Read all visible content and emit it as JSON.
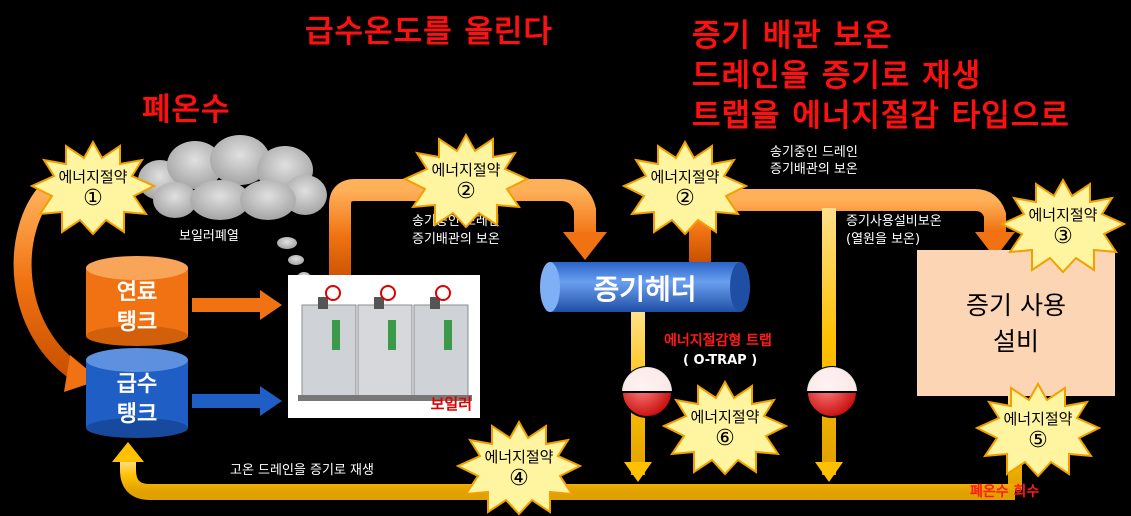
{
  "titles": {
    "raise_feed_temp": "급수온도를 올린다",
    "waste_heat": "폐온수",
    "steam_line_1": "증기 배관 보온",
    "steam_line_2": "드레인을 증기로 재생",
    "steam_line_3": "트랩을 에너지절감 타입으로"
  },
  "notes": {
    "boiler_exhaust": "보일러폐열",
    "transit_drain_1": "송기중인 드레인",
    "transit_drain_2": "증기배관의 보온",
    "right_drain_1": "송기중인 드레인",
    "right_drain_2": "증기배관의 보온",
    "equipment_1": "증기사용설비보온",
    "equipment_2": "(열원을 보온)",
    "trap_type": "에너지절감형 트랩",
    "o_trap": "( O-TRAP )",
    "regen": "고온 드레인을 증기로 재생",
    "wastewater": "폐온수 회수"
  },
  "components": {
    "fuel_tank": [
      "연료",
      "탱크"
    ],
    "feed_tank": [
      "급수",
      "탱크"
    ],
    "boiler": "보일러",
    "steam_header": "증기헤더",
    "steam_use": [
      "증기 사용",
      "설비"
    ]
  },
  "badges": [
    {
      "label": "에너지절약",
      "num": "①"
    },
    {
      "label": "에너지절약",
      "num": "②"
    },
    {
      "label": "에너지절약",
      "num": "②"
    },
    {
      "label": "에너지절약",
      "num": "③"
    },
    {
      "label": "에너지절약",
      "num": "④"
    },
    {
      "label": "에너지절약",
      "num": "⑤"
    },
    {
      "label": "에너지절약",
      "num": "⑥"
    }
  ],
  "colors": {
    "orange": "#f07212",
    "orange_light": "#f5a04a",
    "yellow": "#ffc000",
    "blue": "#1f5fc5",
    "red": "#ff0f0f",
    "badge_fill": "#fff4a0",
    "use_box": "#fbd5b4"
  }
}
